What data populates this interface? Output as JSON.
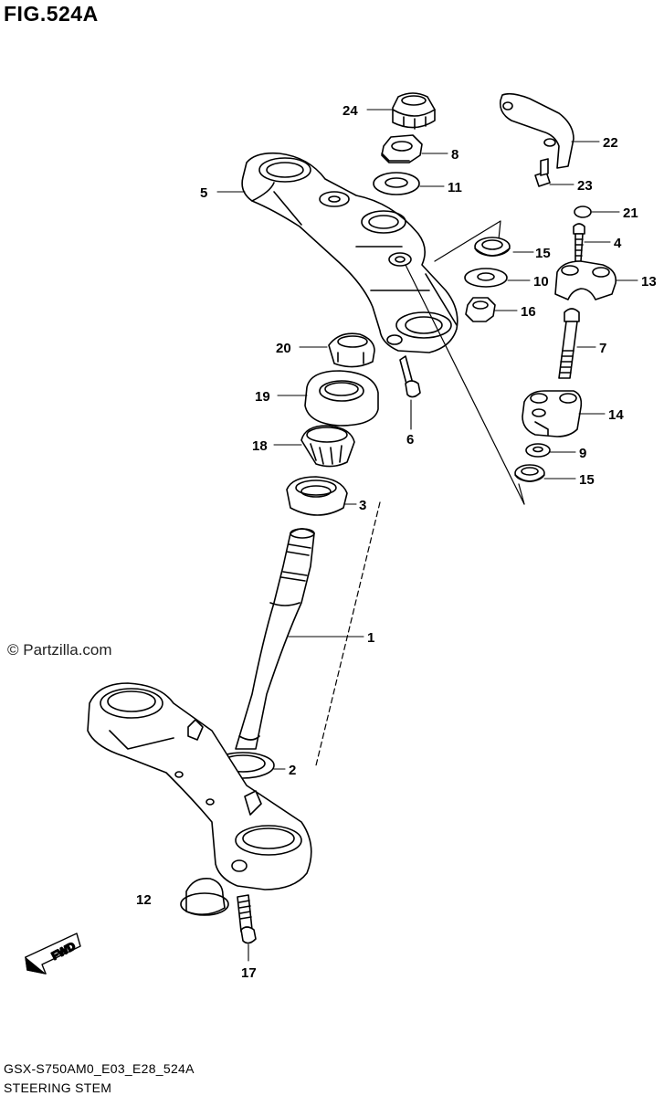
{
  "figure": {
    "title": "FIG.524A",
    "watermark": "© Partzilla.com",
    "footer_code": "GSX-S750AM0_E03_E28_524A",
    "footer_title": "STEERING STEM",
    "direction_label": "FWD"
  },
  "callouts": [
    {
      "id": "1",
      "label": "1"
    },
    {
      "id": "2",
      "label": "2"
    },
    {
      "id": "3",
      "label": "3"
    },
    {
      "id": "4",
      "label": "4"
    },
    {
      "id": "5",
      "label": "5"
    },
    {
      "id": "6",
      "label": "6"
    },
    {
      "id": "7",
      "label": "7"
    },
    {
      "id": "8",
      "label": "8"
    },
    {
      "id": "9",
      "label": "9"
    },
    {
      "id": "10",
      "label": "10"
    },
    {
      "id": "11",
      "label": "11"
    },
    {
      "id": "12",
      "label": "12"
    },
    {
      "id": "13",
      "label": "13"
    },
    {
      "id": "14",
      "label": "14"
    },
    {
      "id": "15a",
      "label": "15"
    },
    {
      "id": "15b",
      "label": "15"
    },
    {
      "id": "16",
      "label": "16"
    },
    {
      "id": "17",
      "label": "17"
    },
    {
      "id": "18",
      "label": "18"
    },
    {
      "id": "19",
      "label": "19"
    },
    {
      "id": "20",
      "label": "20"
    },
    {
      "id": "21",
      "label": "21"
    },
    {
      "id": "22",
      "label": "22"
    },
    {
      "id": "23",
      "label": "23"
    },
    {
      "id": "24",
      "label": "24"
    }
  ]
}
